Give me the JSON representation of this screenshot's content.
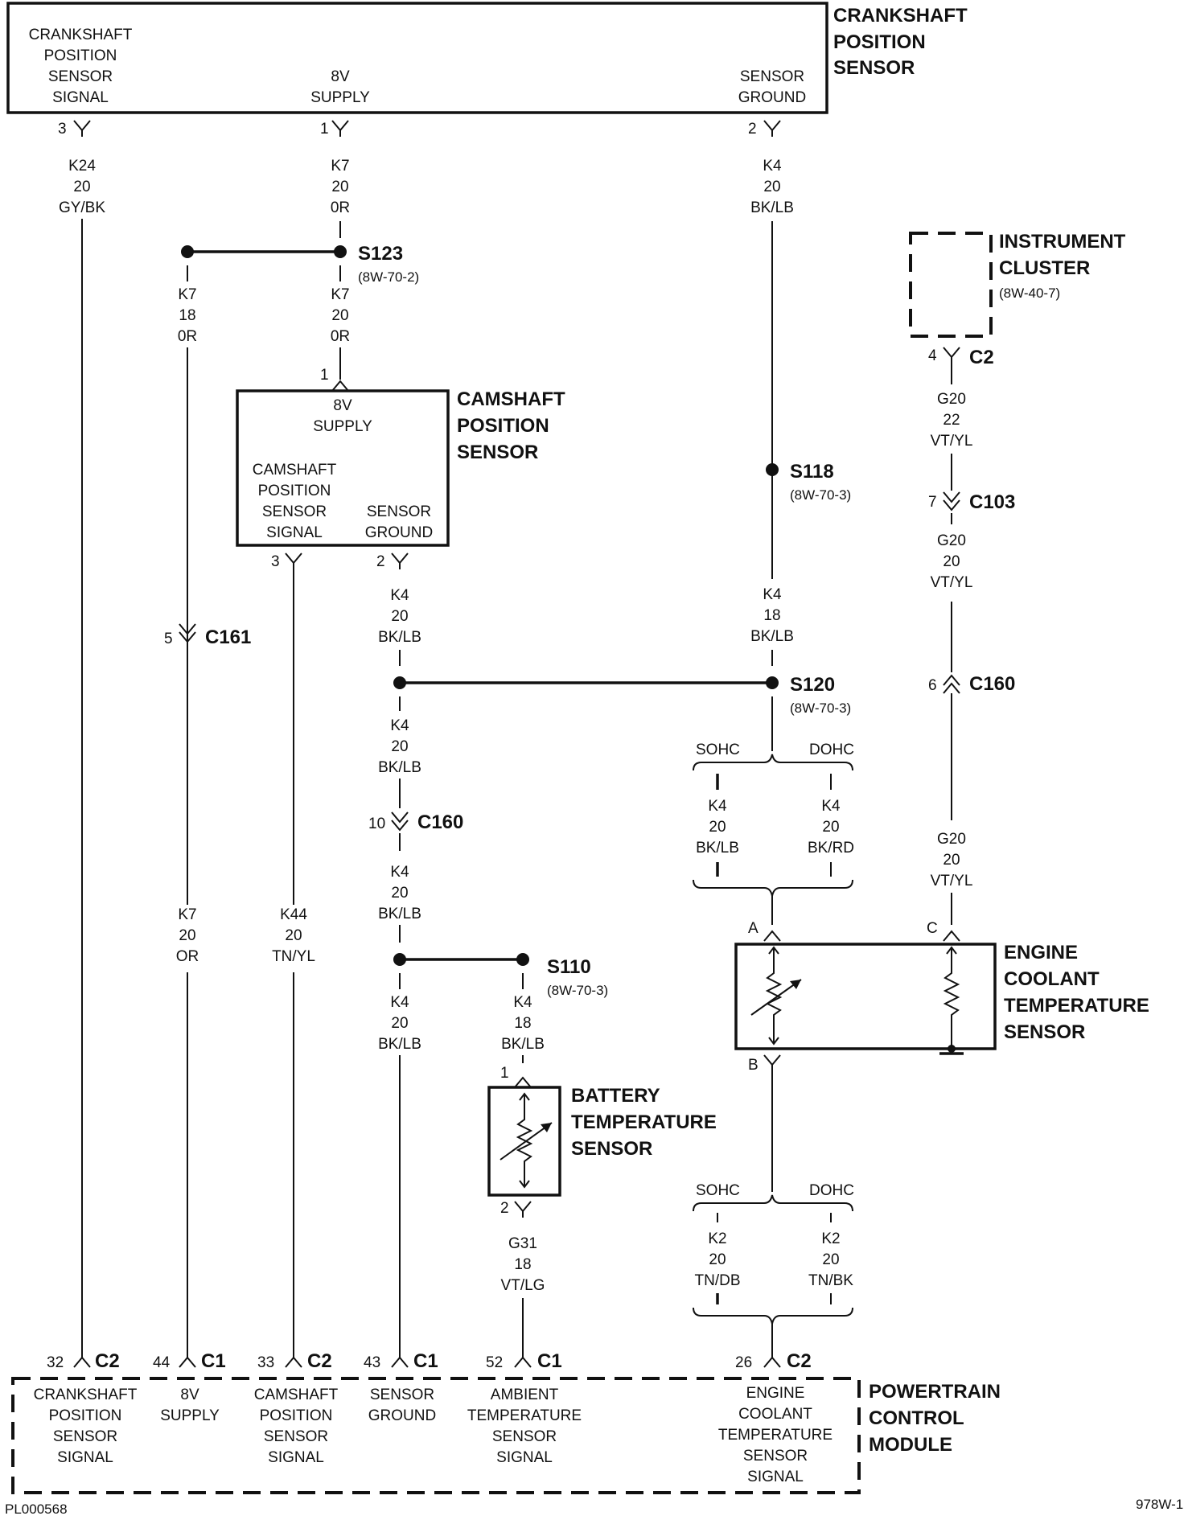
{
  "title": "",
  "components": {
    "crankshaft_sensor": {
      "name": [
        "CRANKSHAFT",
        "POSITION",
        "SENSOR"
      ],
      "pins": {
        "signal": [
          "CRANKSHAFT",
          "POSITION",
          "SENSOR",
          "SIGNAL"
        ],
        "supply": [
          "8V",
          "SUPPLY"
        ],
        "ground": [
          "SENSOR",
          "GROUND"
        ]
      }
    },
    "camshaft_sensor": {
      "name": [
        "CAMSHAFT",
        "POSITION",
        "SENSOR"
      ],
      "pins": {
        "supply": [
          "8V",
          "SUPPLY"
        ],
        "signal": [
          "CAMSHAFT",
          "POSITION",
          "SENSOR",
          "SIGNAL"
        ],
        "ground": [
          "SENSOR",
          "GROUND"
        ]
      }
    },
    "instrument_cluster": {
      "name": [
        "INSTRUMENT",
        "CLUSTER"
      ],
      "ref": "(8W-40-7)"
    },
    "battery_temp_sensor": {
      "name": [
        "BATTERY",
        "TEMPERATURE",
        "SENSOR"
      ]
    },
    "coolant_temp_sensor": {
      "name": [
        "ENGINE",
        "COOLANT",
        "TEMPERATURE",
        "SENSOR"
      ]
    },
    "pcm": {
      "name": [
        "POWERTRAIN",
        "CONTROL",
        "MODULE"
      ],
      "pins": [
        {
          "num": "32",
          "conn": "C2",
          "label": [
            "CRANKSHAFT",
            "POSITION",
            "SENSOR",
            "SIGNAL"
          ]
        },
        {
          "num": "44",
          "conn": "C1",
          "label": [
            "8V",
            "SUPPLY"
          ]
        },
        {
          "num": "33",
          "conn": "C2",
          "label": [
            "CAMSHAFT",
            "POSITION",
            "SENSOR",
            "SIGNAL"
          ]
        },
        {
          "num": "43",
          "conn": "C1",
          "label": [
            "SENSOR",
            "GROUND"
          ]
        },
        {
          "num": "52",
          "conn": "C1",
          "label": [
            "AMBIENT",
            "TEMPERATURE",
            "SENSOR",
            "SIGNAL"
          ]
        },
        {
          "num": "26",
          "conn": "C2",
          "label": [
            "ENGINE",
            "COOLANT",
            "TEMPERATURE",
            "SENSOR",
            "SIGNAL"
          ]
        }
      ]
    }
  },
  "splices": {
    "s123": {
      "id": "S123",
      "ref": "(8W-70-2)"
    },
    "s118": {
      "id": "S118",
      "ref": "(8W-70-3)"
    },
    "s120": {
      "id": "S120",
      "ref": "(8W-70-3)"
    },
    "s110": {
      "id": "S110",
      "ref": "(8W-70-3)"
    }
  },
  "connectors": {
    "c161": {
      "id": "C161",
      "pin": "5"
    },
    "c160_ground": {
      "id": "C160",
      "pin": "10"
    },
    "c103": {
      "id": "C103",
      "pin": "7"
    },
    "c160_cluster": {
      "id": "C160",
      "pin": "6"
    },
    "cluster_c2": {
      "id": "C2",
      "pin": "4"
    },
    "crank_pin_signal": "3",
    "crank_pin_supply": "1",
    "crank_pin_ground": "2",
    "cam_pin_supply": "1",
    "cam_pin_signal": "3",
    "cam_pin_ground": "2",
    "batt_pin_1": "1",
    "batt_pin_2": "2",
    "ect_pin_a": "A",
    "ect_pin_b": "B",
    "ect_pin_c": "C"
  },
  "wires": {
    "k24": [
      "K24",
      "20",
      "GY/BK"
    ],
    "k7_top": [
      "K7",
      "20",
      "0R"
    ],
    "k7_18": [
      "K7",
      "18",
      "0R"
    ],
    "k7_s123_cam": [
      "K7",
      "20",
      "0R"
    ],
    "k4_top": [
      "K4",
      "20",
      "BK/LB"
    ],
    "k4_18_s118": [
      "K4",
      "18",
      "BK/LB"
    ],
    "g20_22": [
      "G20",
      "22",
      "VT/YL"
    ],
    "g20_20_a": [
      "G20",
      "20",
      "VT/YL"
    ],
    "g20_20_b": [
      "G20",
      "20",
      "VT/YL"
    ],
    "k4_cam_ground": [
      "K4",
      "20",
      "BK/LB"
    ],
    "k4_below_s120_splice": [
      "K4",
      "20",
      "BK/LB"
    ],
    "k4_below_c160": [
      "K4",
      "20",
      "BK/LB"
    ],
    "k4_below_s110": [
      "K4",
      "20",
      "BK/LB"
    ],
    "k4_18_batt": [
      "K4",
      "18",
      "BK/LB"
    ],
    "k7_pcm": [
      "K7",
      "20",
      "OR"
    ],
    "k44": [
      "K44",
      "20",
      "TN/YL"
    ],
    "g31": [
      "G31",
      "18",
      "VT/LG"
    ],
    "k4_sohc": [
      "K4",
      "20",
      "BK/LB"
    ],
    "k4_dohc": [
      "K4",
      "20",
      "BK/RD"
    ],
    "k2_sohc": [
      "K2",
      "20",
      "TN/DB"
    ],
    "k2_dohc": [
      "K2",
      "20",
      "TN/BK"
    ]
  },
  "options": {
    "sohc": "SOHC",
    "dohc": "DOHC"
  },
  "footer": {
    "left": "PL000568",
    "right": "978W-1"
  }
}
